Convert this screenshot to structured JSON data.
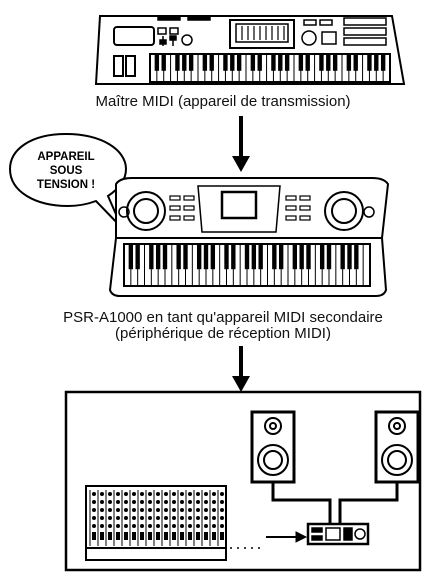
{
  "master": {
    "caption": "Maître MIDI (appareil de transmission)"
  },
  "slave": {
    "caption_line1": "PSR-A1000 en tant qu'appareil MIDI secondaire",
    "caption_line2": "(périphérique de réception MIDI)"
  },
  "bubble": {
    "line1": "APPAREIL",
    "line2": "SOUS",
    "line3": "TENSION !"
  },
  "colors": {
    "line": "#000000",
    "background": "#ffffff"
  }
}
